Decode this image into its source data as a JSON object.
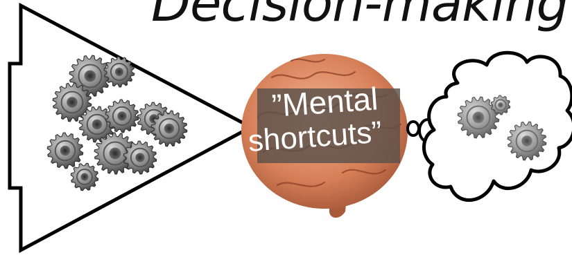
{
  "title": "Decision-making",
  "thought_label": {
    "line1": "”Mental",
    "line2": "shortcuts”"
  },
  "icons": {
    "left_cluster": "gears-icon",
    "center": "brain-icon",
    "bubble_cluster": "gears-icon"
  },
  "colors": {
    "outline": "#000000",
    "gear_metal": "#8a8a8a",
    "brain": "#d98a63",
    "label_bg": "#5a504a",
    "label_text": "#ffffff"
  }
}
